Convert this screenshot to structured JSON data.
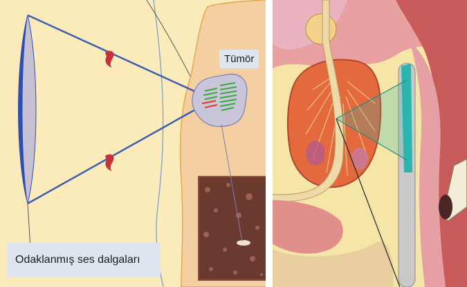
{
  "labels": {
    "tumor": "Tümör",
    "focused_waves": "Odaklanmış  ses dalgaları"
  },
  "colors": {
    "background": "#fbeaba",
    "tissue": "#f4cfa2",
    "transducer": "#2b4fb3",
    "beam": "#3a5fb0",
    "tumor_fill": "#c9c6dc",
    "ablation_green": "#39a83a",
    "ablation_red": "#e23b1f",
    "probe_teal": "#2bb5ad"
  },
  "icons": [
    "focusing-lens-marker",
    "focusing-lens-marker"
  ]
}
